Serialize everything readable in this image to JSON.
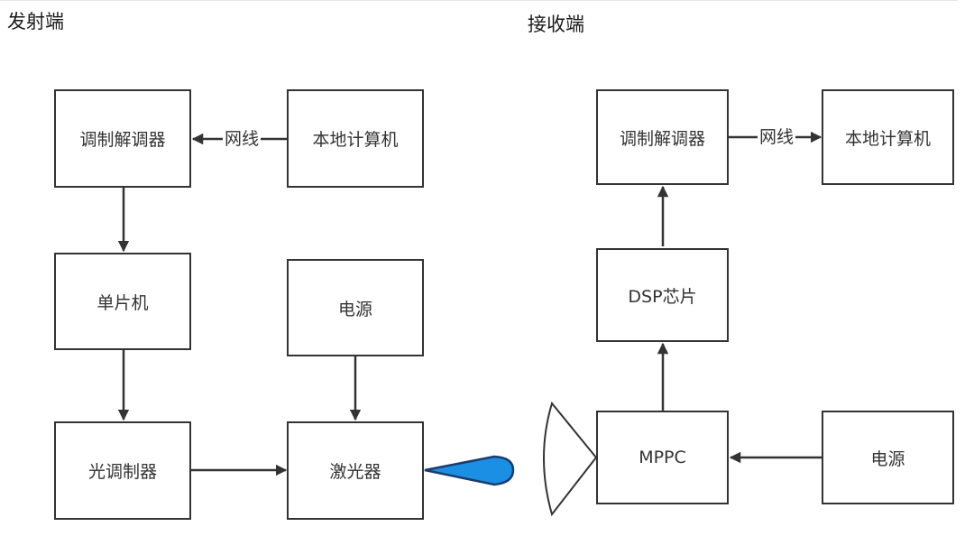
{
  "transmitter": {
    "title": "发射端",
    "modem": "调制解调器",
    "local_computer": "本地计算机",
    "mcu": "单片机",
    "power": "电源",
    "light_modulator": "光调制器",
    "laser": "激光器",
    "cable_label": "网线"
  },
  "receiver": {
    "title": "接收端",
    "modem": "调制解调器",
    "local_computer": "本地计算机",
    "dsp": "DSP芯片",
    "mppc": "MPPC",
    "power": "电源",
    "cable_label": "网线"
  },
  "colors": {
    "line": "#333333",
    "beam_fill": "#1a8fe3",
    "beam_stroke": "#1a3c6e"
  }
}
